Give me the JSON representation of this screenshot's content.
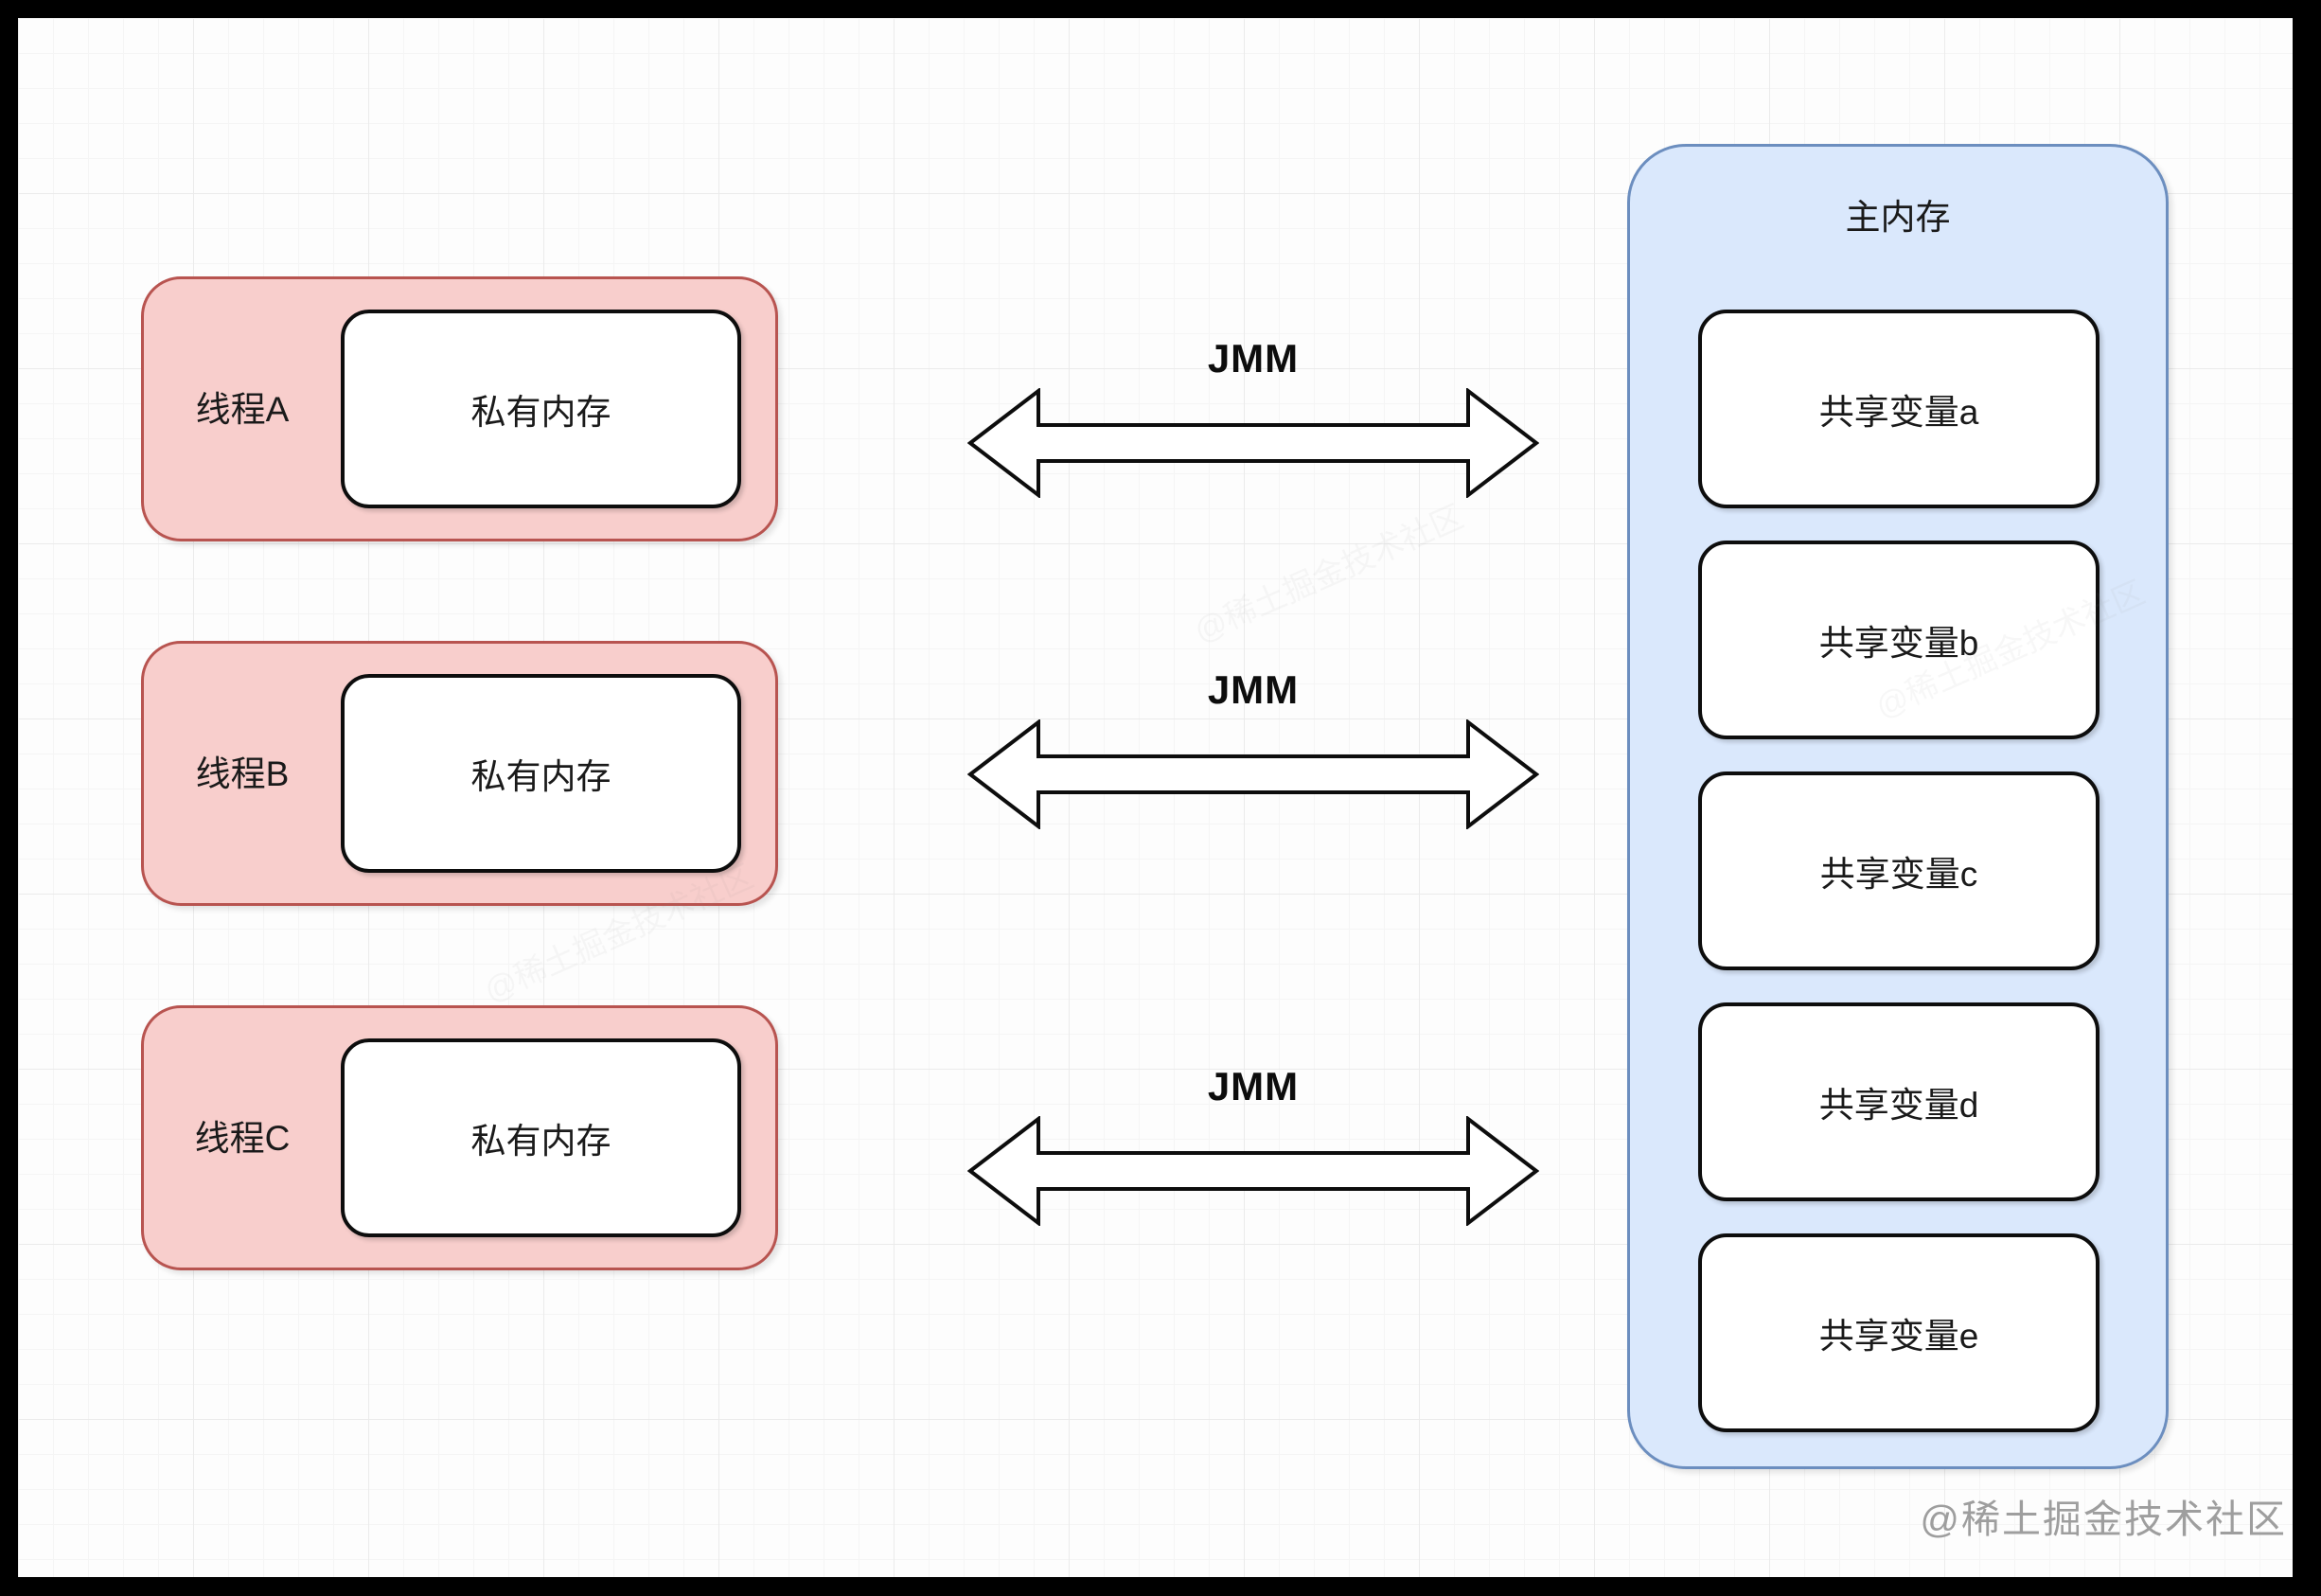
{
  "diagram": {
    "threads": [
      {
        "label": "线程A",
        "memory_label": "私有内存"
      },
      {
        "label": "线程B",
        "memory_label": "私有内存"
      },
      {
        "label": "线程C",
        "memory_label": "私有内存"
      }
    ],
    "links": [
      {
        "label": "JMM"
      },
      {
        "label": "JMM"
      },
      {
        "label": "JMM"
      }
    ],
    "main_memory": {
      "title": "主内存",
      "variables": [
        "共享变量a",
        "共享变量b",
        "共享变量c",
        "共享变量d",
        "共享变量e"
      ]
    },
    "watermark": "@稀土掘金技术社区",
    "colors": {
      "thread_fill": "#f8cecc",
      "thread_border": "#b85450",
      "main_memory_fill": "#dae8fc",
      "main_memory_border": "#6c8ebf",
      "inner_box_border": "#0d0d0d",
      "arrow_fill": "#ffffff",
      "arrow_stroke": "#0d0d0d",
      "watermark_color": "#9e9e9e"
    }
  }
}
